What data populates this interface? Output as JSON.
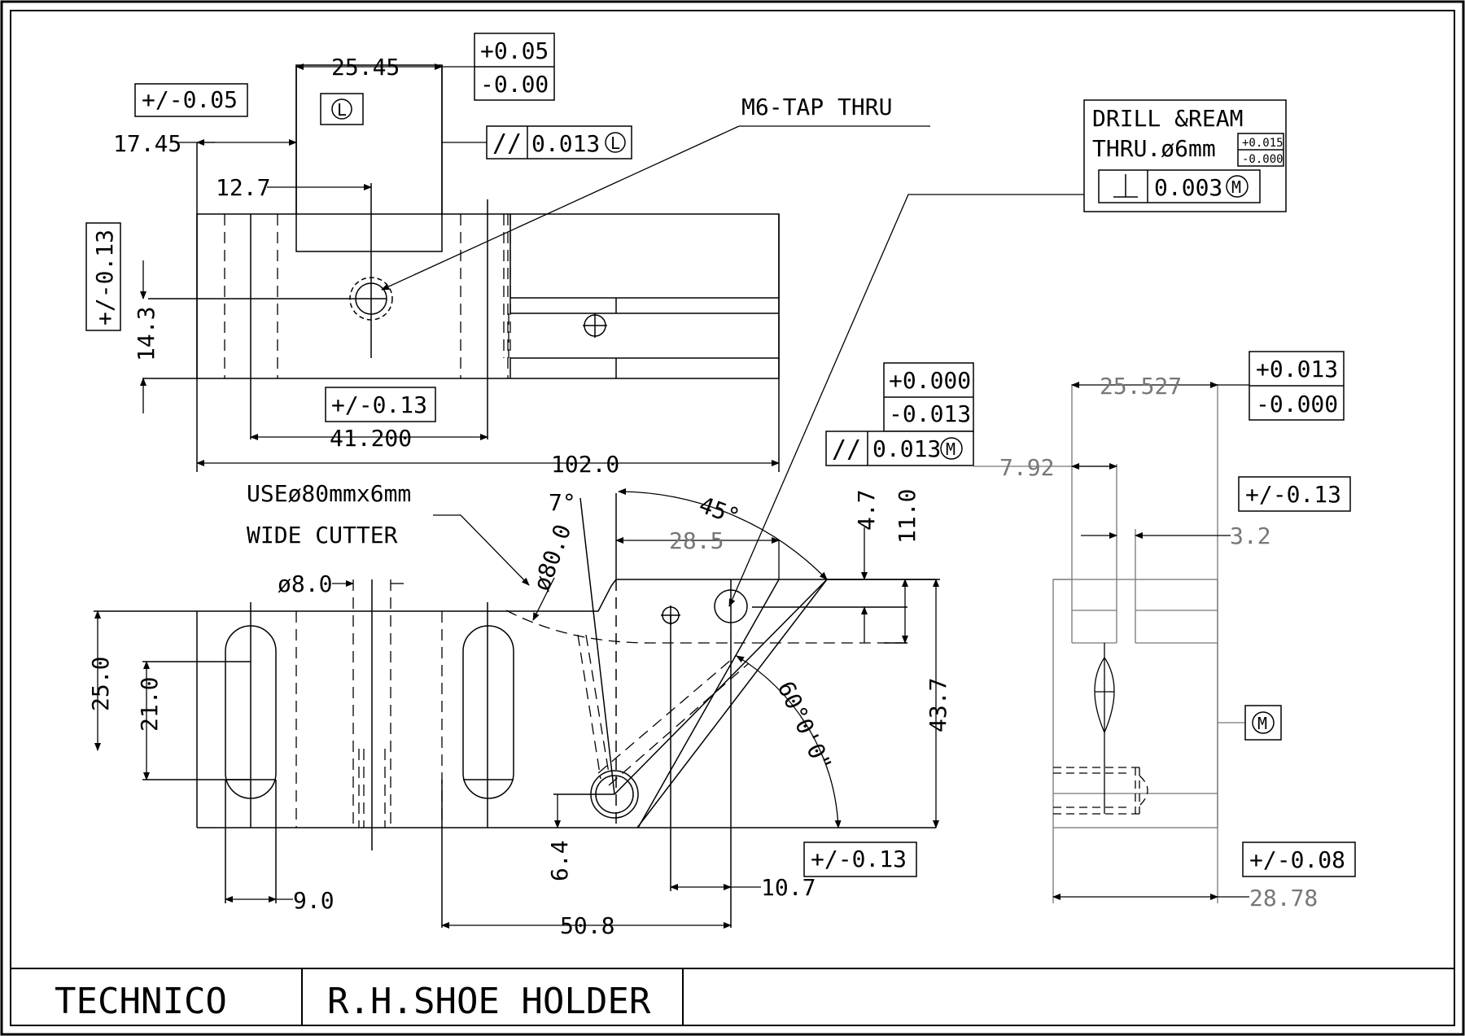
{
  "title_block": {
    "company": "TECHNICO",
    "part_name": "R.H.SHOE HOLDER"
  },
  "top_view": {
    "tol_pm005": "+/-0.05",
    "dim_1745": "17.45",
    "dim_2545": "25.45",
    "tol_plus005": "+0.05",
    "tol_minus000": "-0.00",
    "symbol_L": "L",
    "parallel_symbol": "//",
    "parallel_value": "0.013",
    "dim_127": "12.7",
    "tol_pm013_vertical": "+/-0.13",
    "dim_143": "14.3",
    "tol_pm013_box": "+/-0.13",
    "dim_41200": "41.200",
    "dim_1020": "102.0",
    "m6_note": "M6-TAP THRU"
  },
  "drill_note": {
    "line1": "DRILL &REAM",
    "line2": "THRU.ø6mm",
    "tol_plus": "+0.015",
    "tol_minus": "-0.000",
    "perp_value": "0.003",
    "symbol_M": "M"
  },
  "front_view": {
    "cutter_note_1": "USEø80mmx6mm",
    "cutter_note_2": "WIDE CUTTER",
    "angle_7": "7°",
    "angle_45": "45°",
    "dia_800": "ø80.0",
    "dia_80": "ø8.0",
    "dim_285": "28.5",
    "dim_47": "4.7",
    "dim_110": "11.0",
    "dim_250": "25.0",
    "dim_210": "21.0",
    "dim_437": "43.7",
    "angle_60": "60°0'0\"",
    "dim_64": "6.4",
    "dim_107": "10.7",
    "dim_508": "50.8",
    "dim_90": "9.0",
    "tol_pm013": "+/-0.13",
    "tol_plus0000": "+0.000",
    "tol_minus0013": "-0.013",
    "parallel_symbol": "//",
    "parallel_value": "0.013",
    "symbol_M": "M"
  },
  "side_view": {
    "dim_25527": "25.527",
    "tol_plus0013": "+0.013",
    "tol_minus0000": "-0.000",
    "dim_792": "7.92",
    "tol_pm013": "+/-0.13",
    "dim_32": "3.2",
    "symbol_M": "M",
    "tol_pm008": "+/-0.08",
    "dim_2878": "28.78"
  },
  "colors": {
    "line": "#000000",
    "dim_gray": "#777777",
    "background": "#ffffff"
  }
}
